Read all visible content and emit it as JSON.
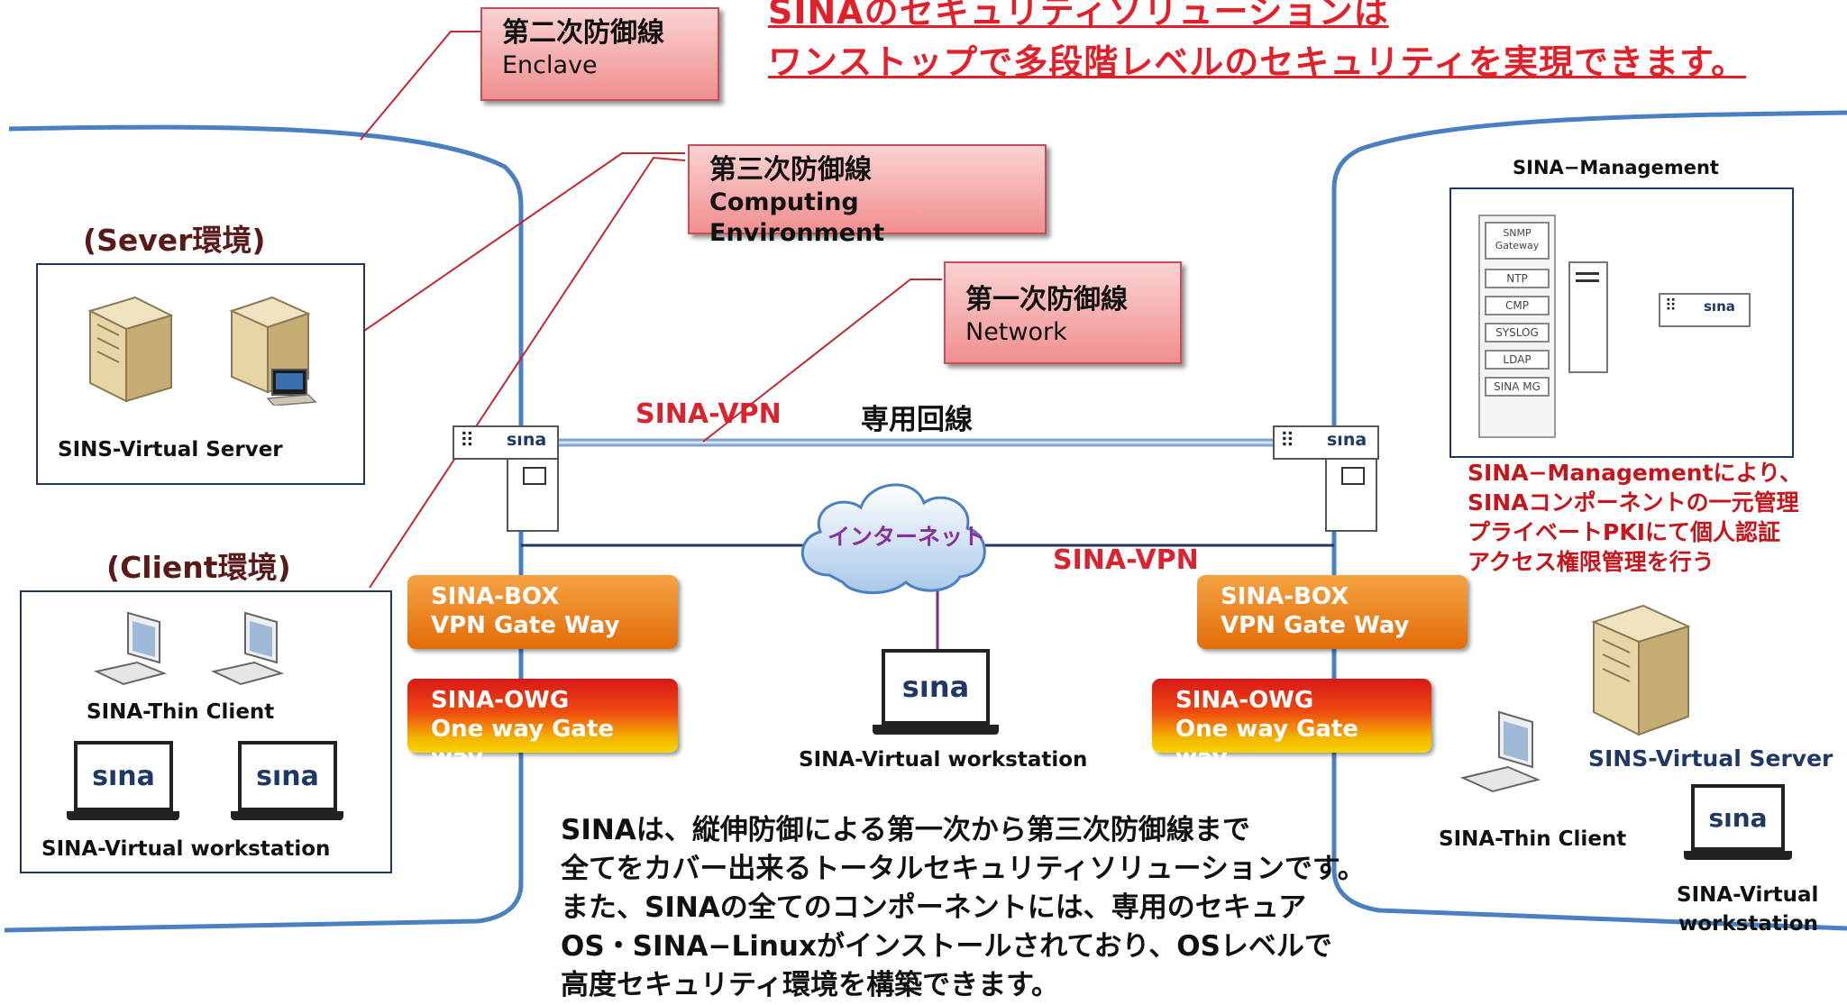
{
  "headline": {
    "line1": "SINAのセキュリティソリューションは",
    "line2": "ワンストップで多段階レベルのセキュリティを実現できます。"
  },
  "defense": {
    "second": {
      "jp": "第二次防御線",
      "en": "Enclave"
    },
    "third": {
      "jp": "第三次防御線",
      "en": "Computing Environment"
    },
    "first": {
      "jp": "第一次防御線",
      "en": "Network"
    }
  },
  "left": {
    "server_env_title": "(Sever環境)",
    "server_label": "SINS-Virtual Server",
    "client_env_title": "(Client環境)",
    "thin_client_label": "SINA-Thin Client",
    "vw_label": "SINA-Virtual workstation"
  },
  "center": {
    "vpn_top": "SINA-VPN",
    "dedicated_line": "専用回線",
    "internet": "インターネット",
    "vpn_mid": "SINA-VPN",
    "vw_label": "SINA-Virtual workstation"
  },
  "gateways": {
    "box_line1": "SINA-BOX",
    "box_line2": "VPN Gate Way",
    "owg_line1": "SINA-OWG",
    "owg_line2": "One way Gate way"
  },
  "device_logo": "sına",
  "body_text": [
    "SINAは、縦伸防御による第一次から第三次防御線まで",
    "全てをカバー出来るトータルセキュリティソリューションです。",
    "また、SINAの全てのコンポーネントには、専用のセキュア",
    "OS・SINA−Linuxがインストールされており、OSレベルで",
    "高度セキュリティ環境を構築できます。"
  ],
  "right": {
    "mgmt_title": "SINA−Management",
    "mgmt_modules": [
      "SNMP Gateway",
      "NTP",
      "CMP",
      "SYSLOG",
      "LDAP",
      "SINA MG"
    ],
    "mgmt_desc": [
      "SINA−Managementにより、",
      "SINAコンポーネントの一元管理",
      "プライベートPKIにて個人認証",
      "アクセス権限管理を行う"
    ],
    "server_label": "SINS-Virtual Server",
    "thin_client_label": "SINA-Thin Client",
    "vw_label_1": "SINA-Virtual",
    "vw_label_2": "workstation"
  },
  "colors": {
    "accent_red": "#d9232f",
    "frame_blue": "#4a7fc1",
    "panel_navy": "#1f3864"
  }
}
